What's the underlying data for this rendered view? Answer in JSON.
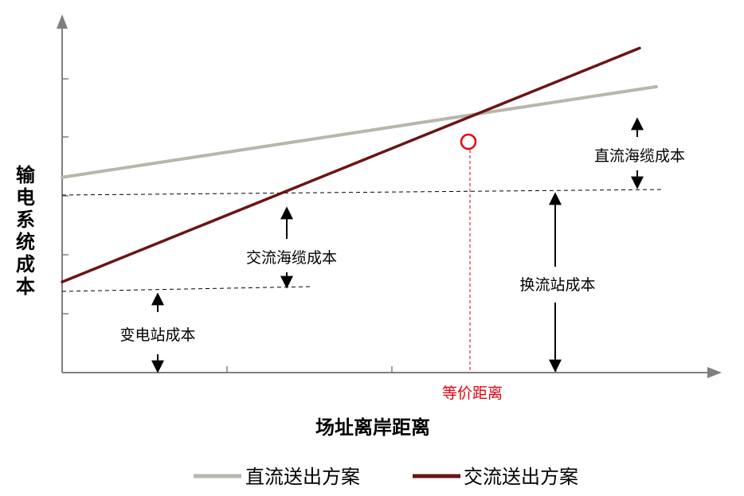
{
  "chart_data": {
    "type": "line",
    "ylabel": "输电系统成本",
    "xlabel": "场址离岸距离",
    "x_tick_count": 4,
    "y_tick_count": 6,
    "series": [
      {
        "name": "直流送出方案",
        "color": "#b7b7aa",
        "x": [
          0,
          1
        ],
        "values": [
          0.56,
          0.82
        ]
      },
      {
        "name": "交流送出方案",
        "color": "#6b1414",
        "x": [
          0,
          1
        ],
        "values": [
          0.26,
          0.95
        ]
      }
    ],
    "breakeven": {
      "label": "等价距离",
      "x": 0.7,
      "y": 0.78,
      "color": "#e3000f"
    },
    "annotations": [
      {
        "text": "变电站成本"
      },
      {
        "text": "交流海缆成本"
      },
      {
        "text": "换流站成本"
      },
      {
        "text": "直流海缆成本"
      }
    ],
    "legend_position": "bottom",
    "grid": false
  }
}
